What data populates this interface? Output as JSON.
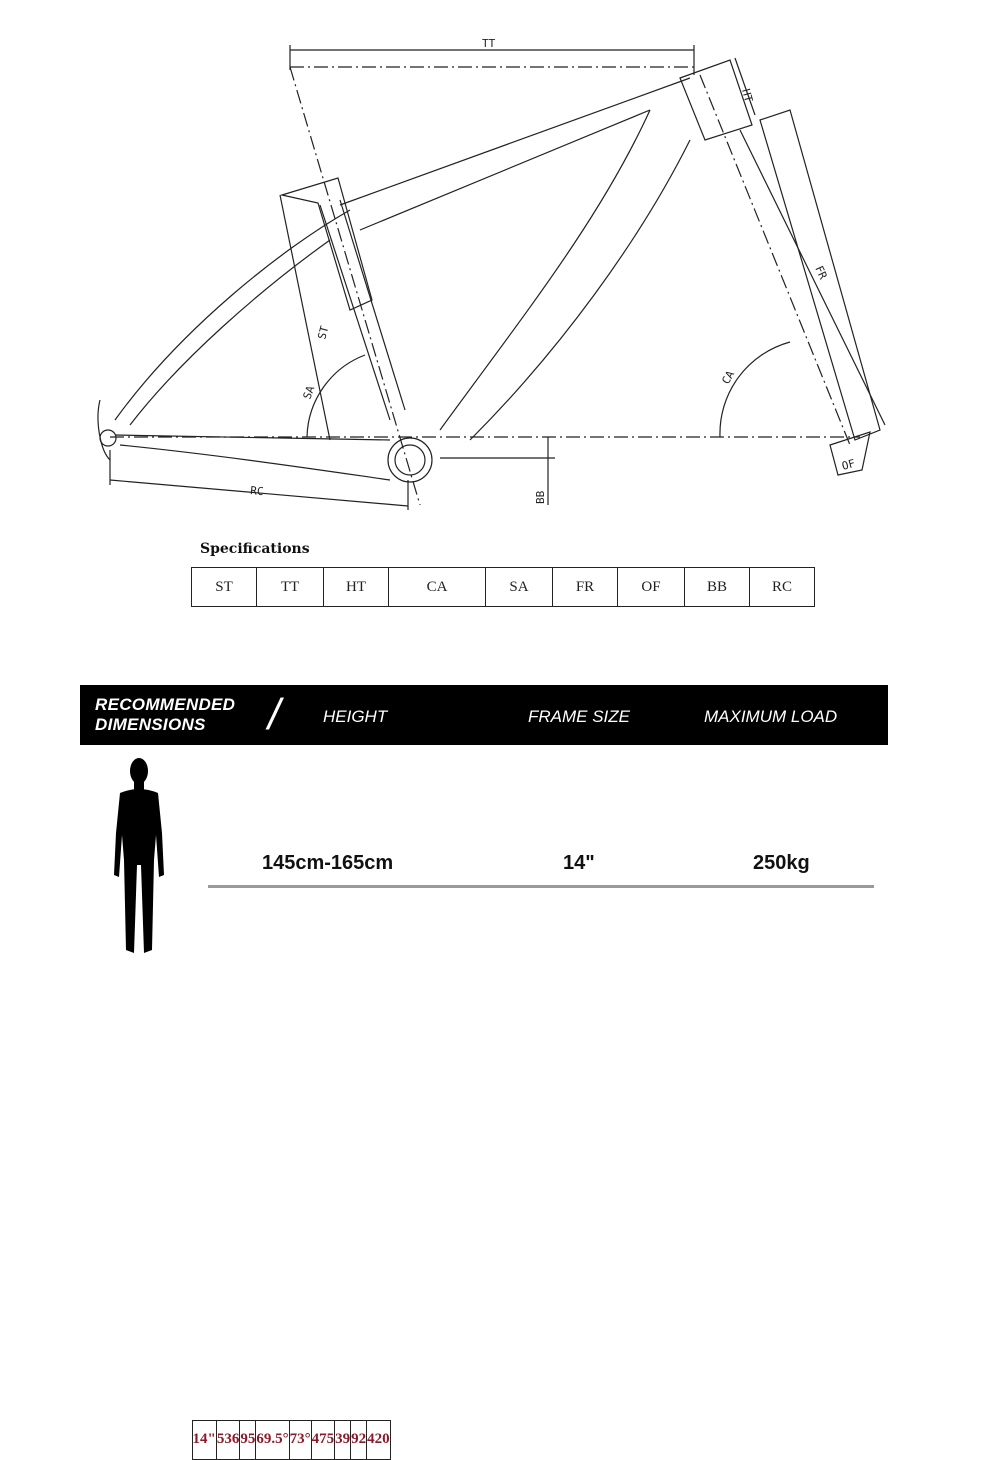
{
  "diagram": {
    "labels": {
      "tt": "TT",
      "ht": "HT",
      "fr": "FR",
      "ca": "CA",
      "of": "OF",
      "st": "ST",
      "sa": "SA",
      "rc": "RC",
      "bb": "BB"
    }
  },
  "specifications": {
    "title": "Specifications",
    "headers": [
      "ST",
      "TT",
      "HT",
      "CA",
      "SA",
      "FR",
      "OF",
      "BB",
      "RC"
    ],
    "values": [
      "14\"",
      "536",
      "95",
      "69.5°",
      "73°",
      "475",
      "39",
      "92",
      "420"
    ],
    "value_color": "#8b1a2b"
  },
  "recommended": {
    "title_line1": "RECOMMENDED",
    "title_line2": "DIMENSIONS",
    "slash": "/",
    "columns": {
      "height": "HEIGHT",
      "frame_size": "FRAME SIZE",
      "max_load": "MAXIMUM LOAD"
    },
    "values": {
      "height": "145cm-165cm",
      "frame_size": "14\"",
      "max_load": "250kg"
    },
    "figure_icon": "person-silhouette-icon"
  }
}
